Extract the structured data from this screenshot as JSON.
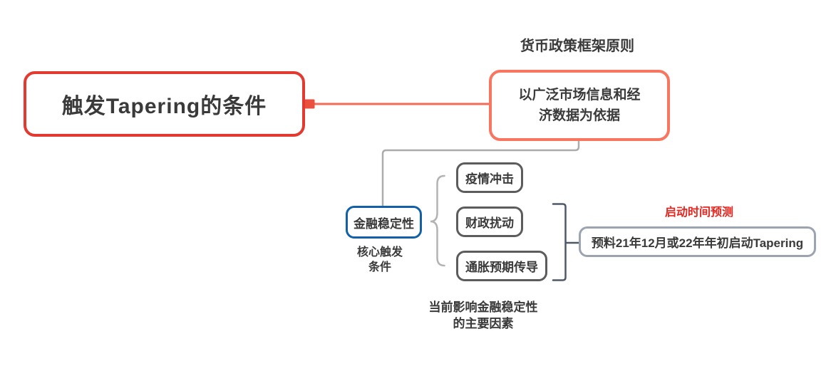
{
  "root_node": {
    "label": "触发Tapering的条件",
    "border_color": "#E23A30"
  },
  "framework_branch": {
    "floating_label": "货币政策框架原则",
    "node_label": "以广泛市场信息和经\n济数据为依据",
    "border_color": "#F8755F",
    "branch_line_color": "#F26A58"
  },
  "stability_branch": {
    "node_label": "金融稳定性",
    "floating_label": "核心触发\n条件",
    "border_color": "#1160A8",
    "connector_color": "#ACACAC"
  },
  "factors_group": {
    "items": [
      {
        "label": "疫情冲击"
      },
      {
        "label": "财政扰动"
      },
      {
        "label": "通胀预期传导"
      }
    ],
    "floating_label": "当前影响金融稳定性\n的主要因素",
    "border_color": "#5C5C5C",
    "brace_color": "#B3B3B3"
  },
  "prediction_branch": {
    "floating_label": "启动时间预测",
    "floating_label_color": "#E6251F",
    "node_label": "预料21年12月或22年年初启动Tapering",
    "border_color": "#9CA4B2",
    "bracket_color": "#4E5968"
  },
  "colors": {
    "background": "#FFFFFF",
    "text": "#3A3A3A"
  }
}
